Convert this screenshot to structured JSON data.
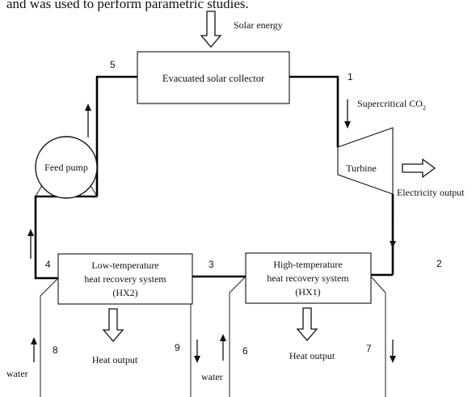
{
  "header_fragment": "and was used to perform parametric studies.",
  "solar_label": "Solar energy",
  "collector_label": "Evacuated solar collector",
  "working_fluid": {
    "main": "Supercritical CO",
    "subscript": "2"
  },
  "feed_pump_label": "Feed pump",
  "turbine_label": "Turbine",
  "electricity_label": "Electricity output",
  "hx2": {
    "line1": "Low-temperature",
    "line2": "heat recovery system",
    "line3": "(HX2)"
  },
  "hx1": {
    "line1": "High-temperature",
    "line2": "heat recovery system",
    "line3": "(HX1)"
  },
  "heat_output_label": "Heat output",
  "water_label": "water",
  "state_points": {
    "p1": "1",
    "p2": "2",
    "p3": "3",
    "p4": "4",
    "p5": "5",
    "p6": "6",
    "p7": "7",
    "p8": "8",
    "p9": "9"
  }
}
